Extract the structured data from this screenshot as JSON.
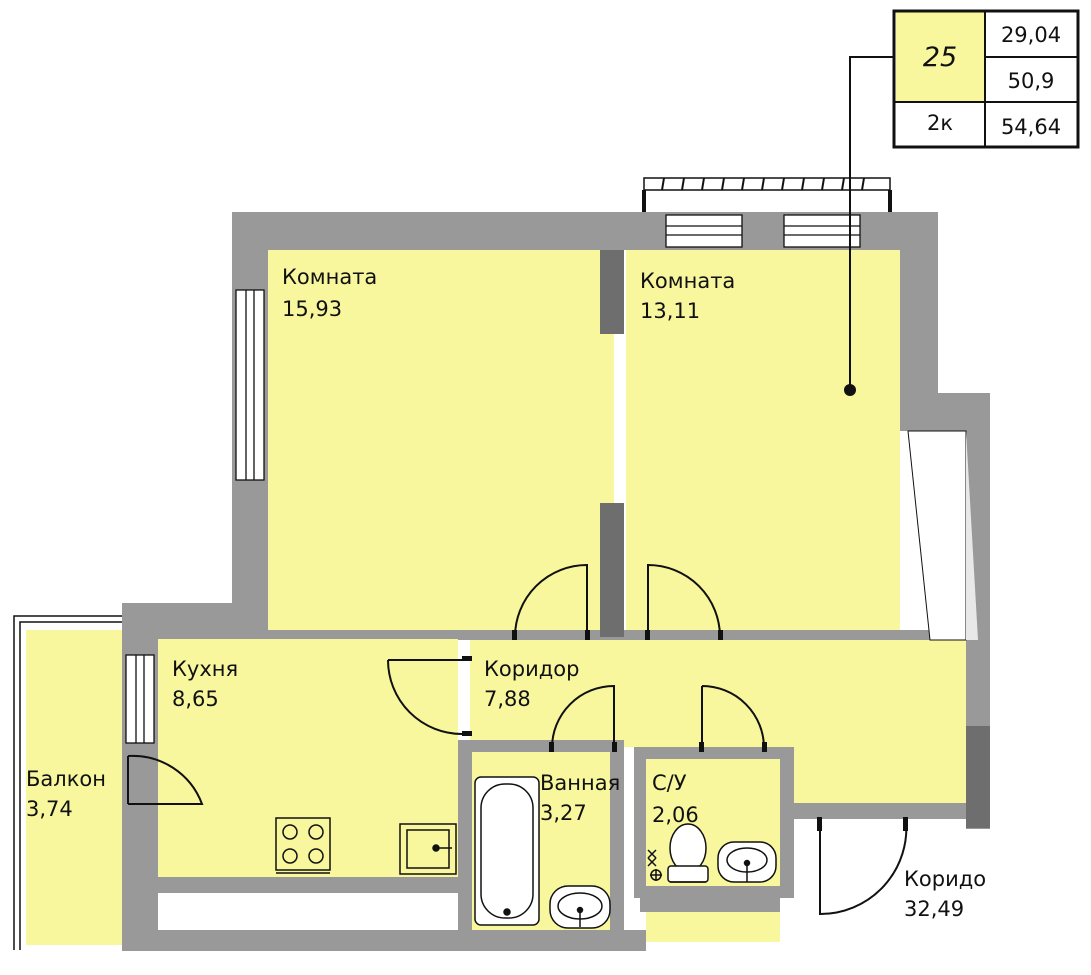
{
  "info_box": {
    "number": "25",
    "area_living": "29,04",
    "area_total": "50,9",
    "rooms": "2к",
    "area_with_balcony": "54,64"
  },
  "rooms": {
    "room1": {
      "name": "Комната",
      "area": "15,93"
    },
    "room2": {
      "name": "Комната",
      "area": "13,11"
    },
    "kitchen": {
      "name": "Кухня",
      "area": "8,65"
    },
    "corridor": {
      "name": "Коридор",
      "area": "7,88"
    },
    "bathroom": {
      "name": "Ванная",
      "area": "3,27"
    },
    "toilet": {
      "name": "С/У",
      "area": "2,06"
    },
    "balcony": {
      "name": "Балкон",
      "area": "3,74"
    },
    "hall": {
      "name": "Коридор",
      "area": "32,49"
    }
  },
  "colors": {
    "room_fill": "#f8f79e",
    "wall": "#999999",
    "wall_dark": "#6e6e6e",
    "line": "#111111"
  }
}
